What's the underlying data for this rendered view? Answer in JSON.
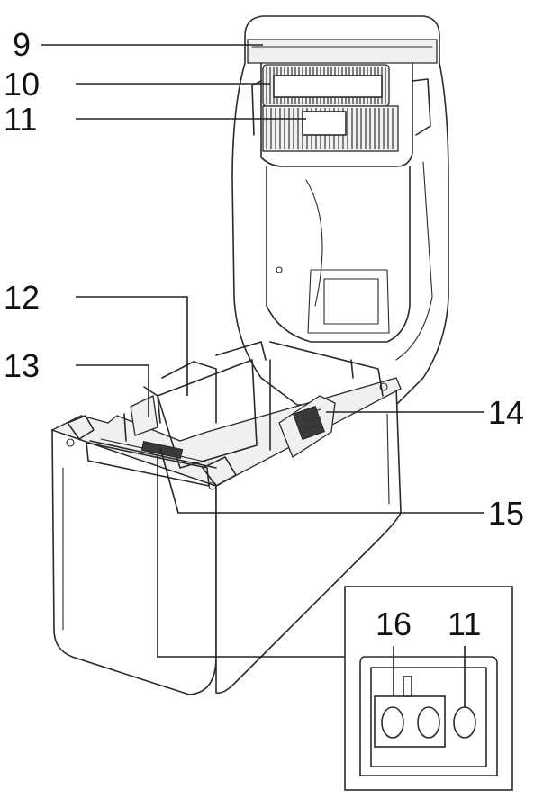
{
  "callouts": [
    {
      "id": "9",
      "label": "9"
    },
    {
      "id": "10",
      "label": "10"
    },
    {
      "id": "11",
      "label": "11"
    },
    {
      "id": "12",
      "label": "12"
    },
    {
      "id": "13",
      "label": "13"
    },
    {
      "id": "14",
      "label": "14"
    },
    {
      "id": "15",
      "label": "15"
    },
    {
      "id": "16",
      "label": "16"
    },
    {
      "id": "11b",
      "label": "11"
    }
  ],
  "colors": {
    "line": "#2a2a2a",
    "background": "#ffffff"
  }
}
